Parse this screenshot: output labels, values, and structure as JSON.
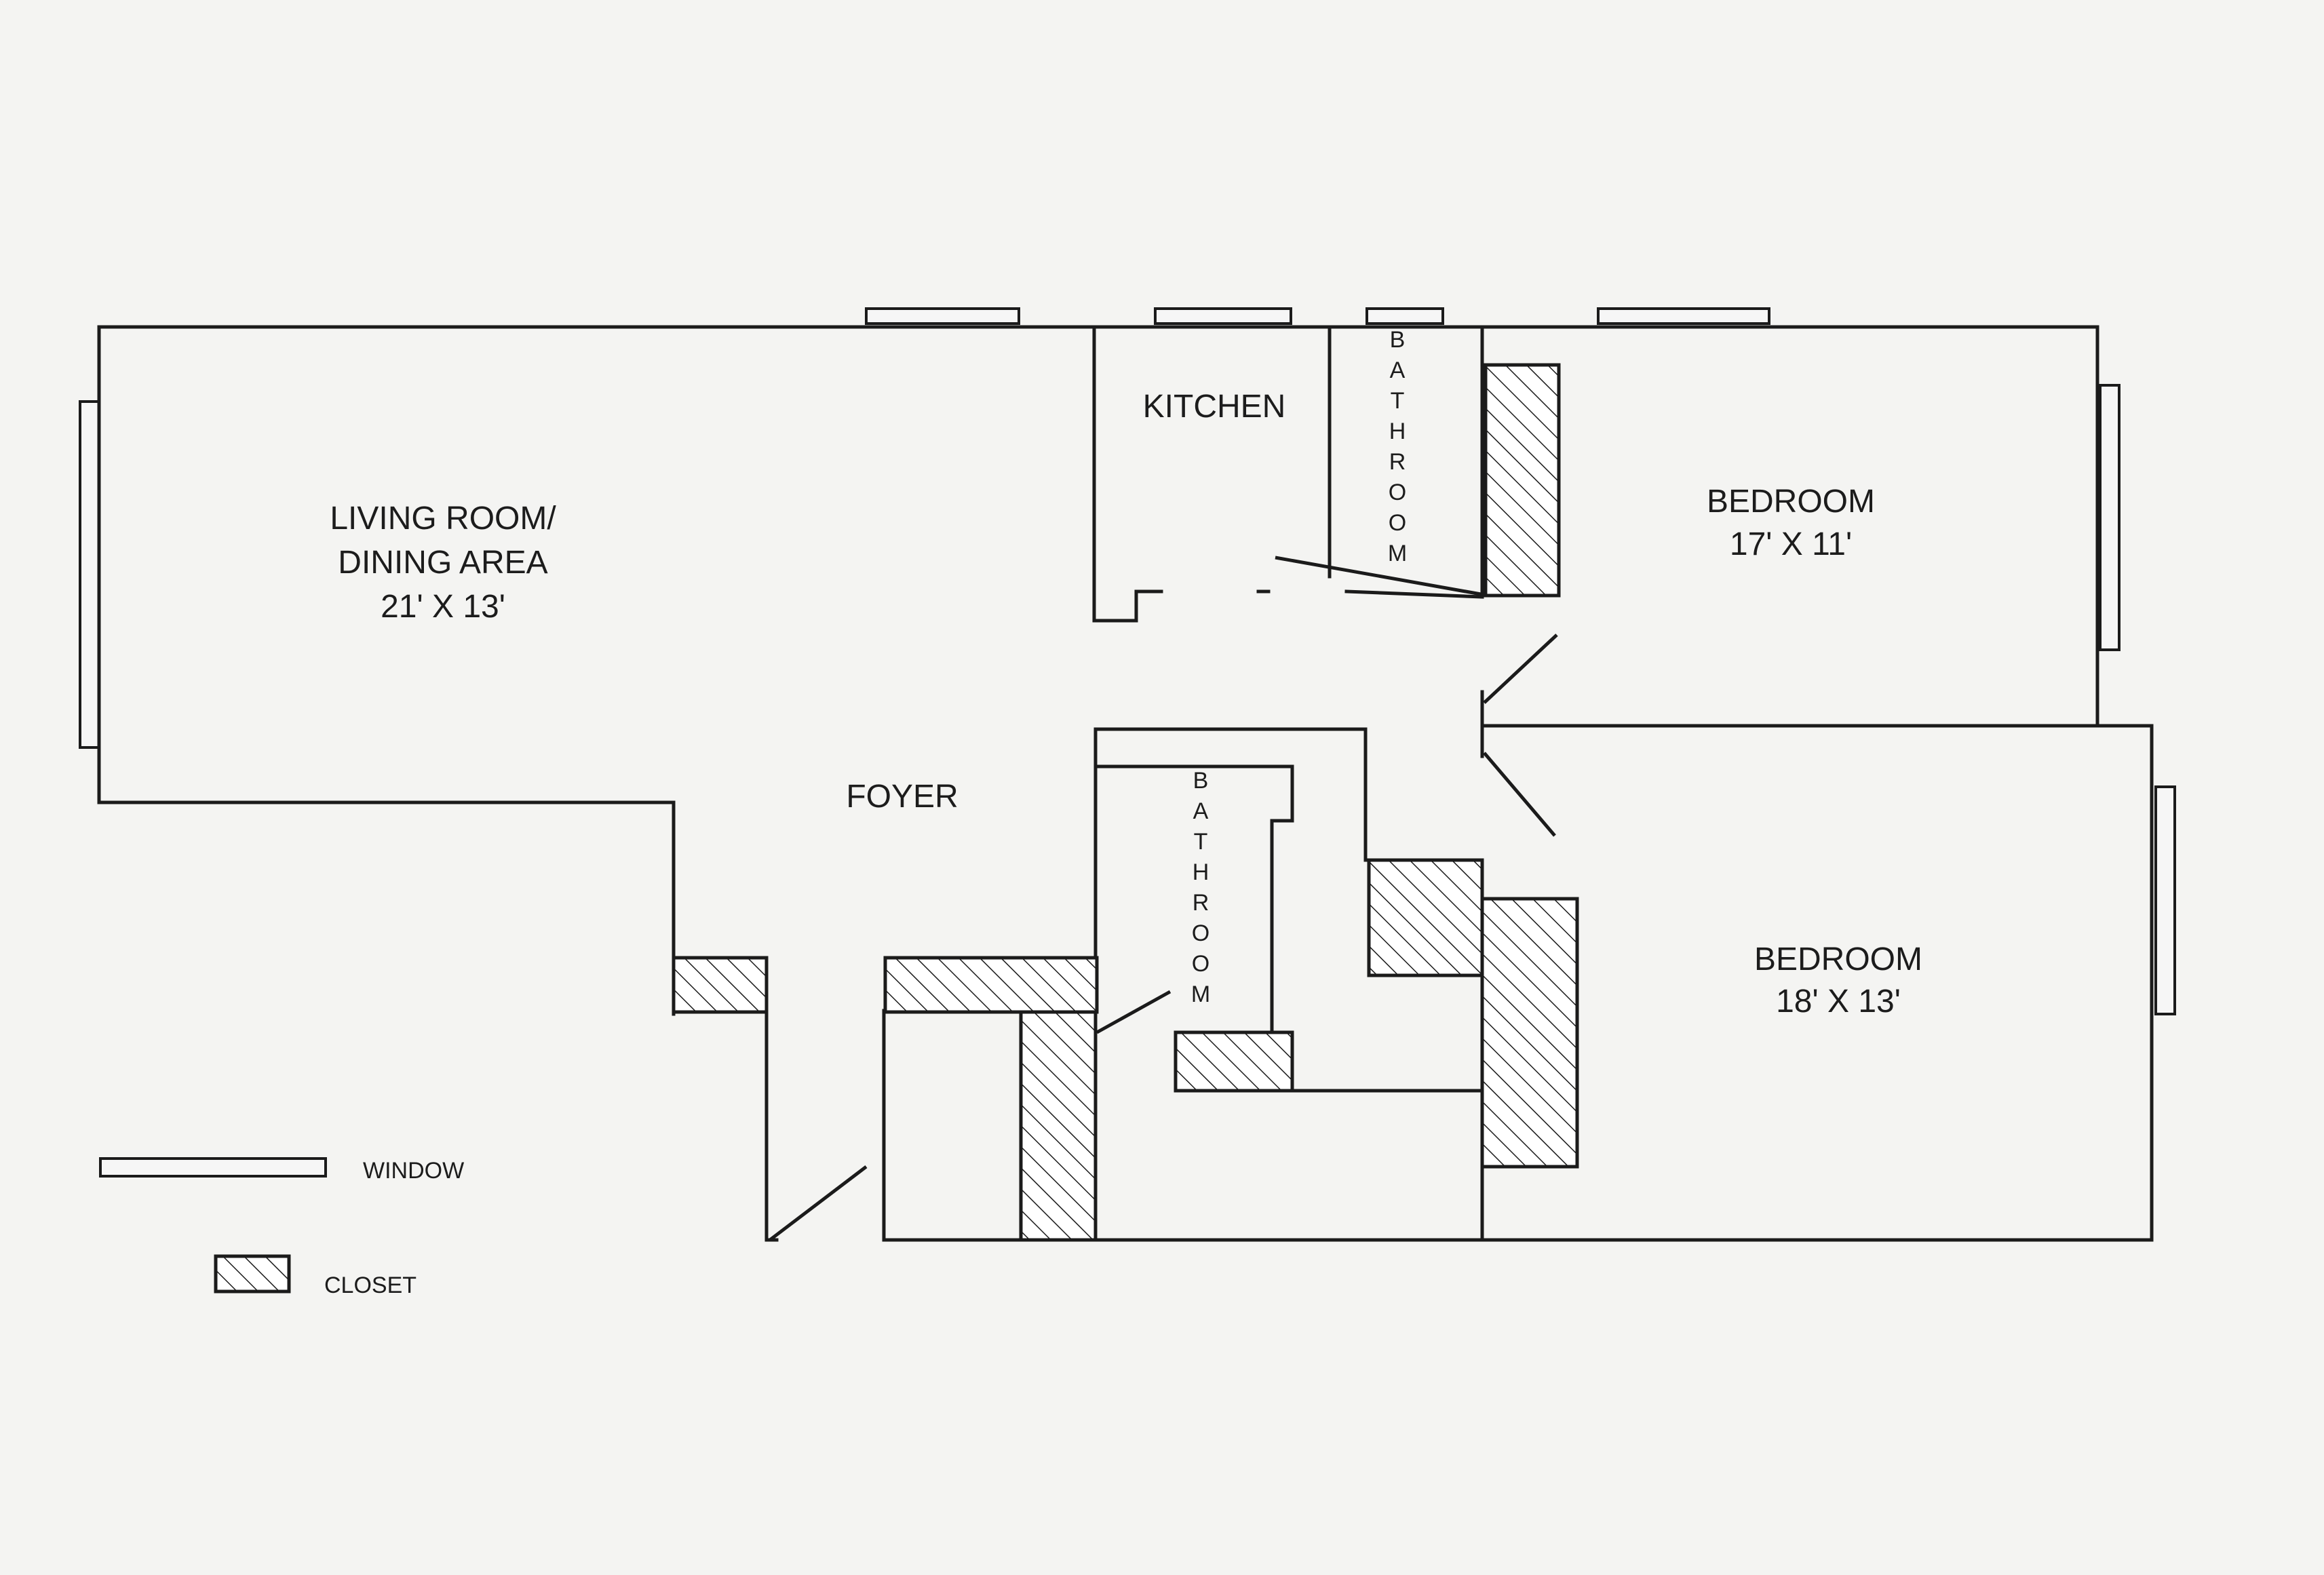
{
  "rooms": {
    "living_name_1": "LIVING ROOM/",
    "living_name_2": "DINING AREA",
    "living_dims": "21' X 13'",
    "kitchen_name": "KITCHEN",
    "bath1_letters": [
      "B",
      "A",
      "T",
      "H",
      "R",
      "O",
      "O",
      "M"
    ],
    "bath2_letters": [
      "B",
      "A",
      "T",
      "H",
      "R",
      "O",
      "O",
      "M"
    ],
    "bedroom1_name": "BEDROOM",
    "bedroom1_dims": "17' X 11'",
    "bedroom2_name": "BEDROOM",
    "bedroom2_dims": "18' X 13'",
    "foyer_name": "FOYER"
  },
  "legend": {
    "window_label": "WINDOW",
    "closet_label": "CLOSET"
  },
  "colors": {
    "background": "#f4f4f2",
    "ink": "#1b1b1b"
  }
}
